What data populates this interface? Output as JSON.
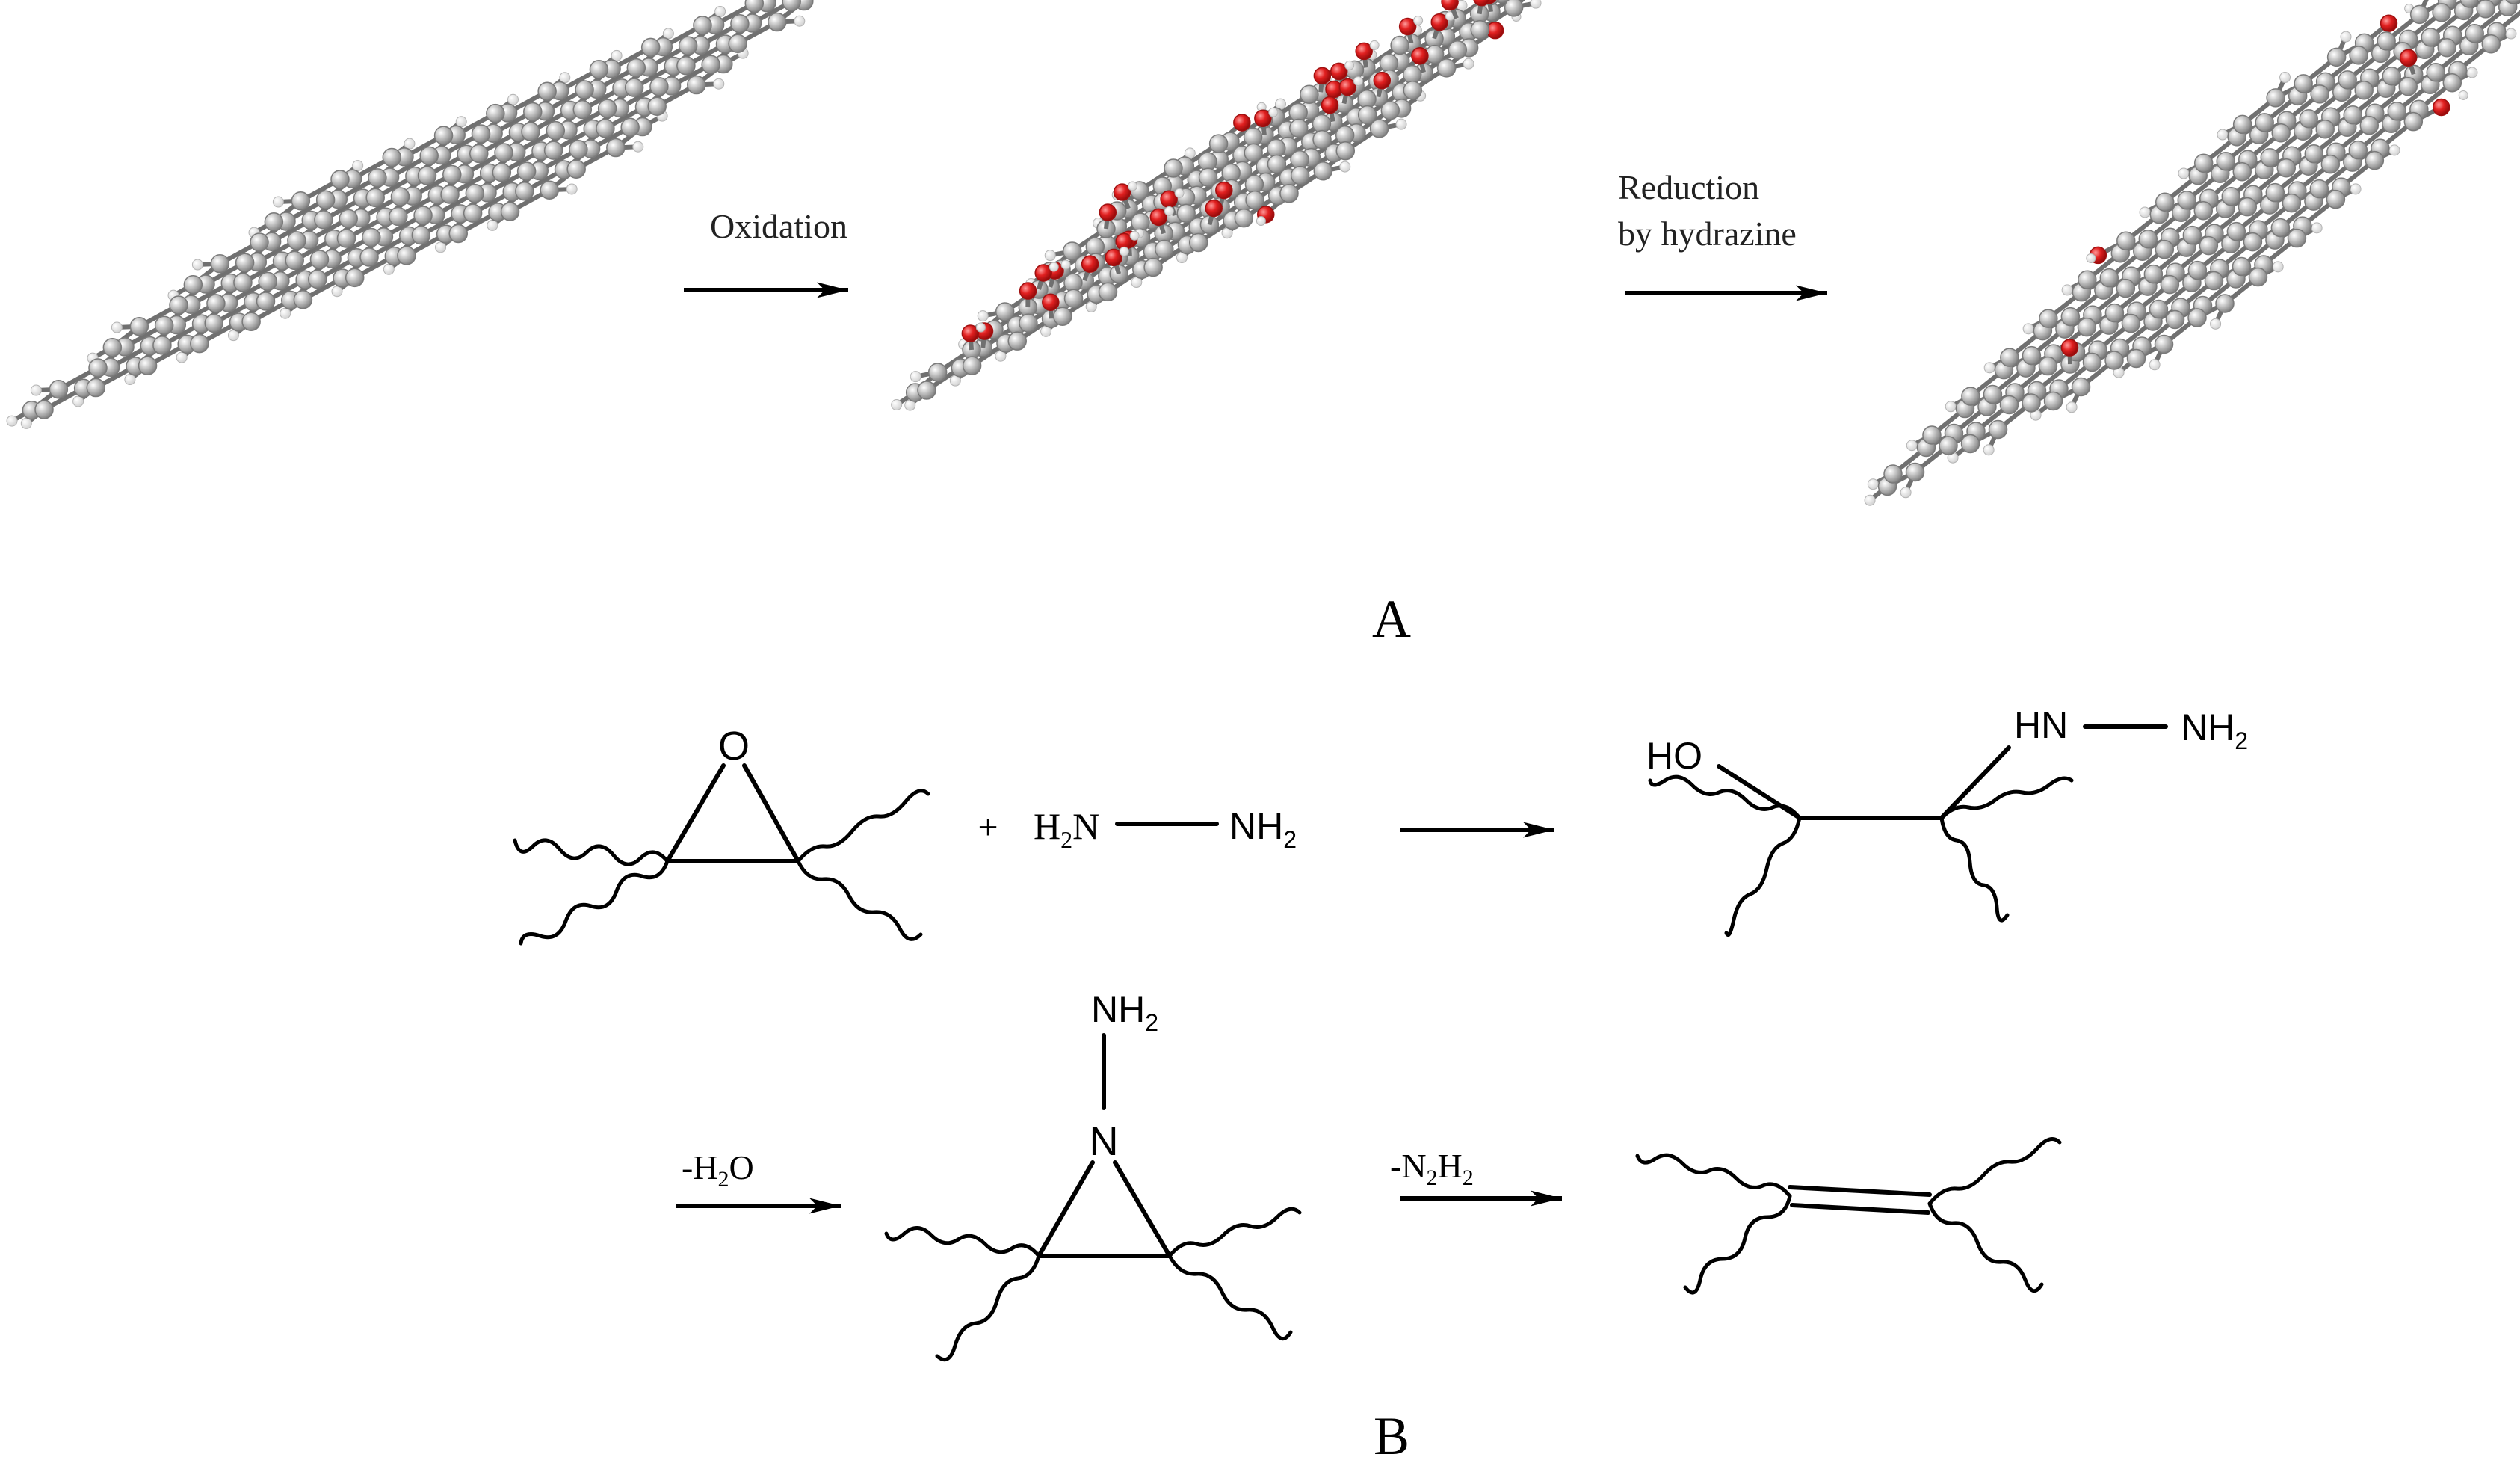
{
  "panel_a": {
    "label": "A",
    "step1_label": "Oxidation",
    "step2_label_line1": "Reduction",
    "step2_label_line2": "by hydrazine"
  },
  "panel_b": {
    "label": "B",
    "epoxide_o": "O",
    "plus": "+",
    "hydrazine_left": "H",
    "hydrazine_left_sub": "2",
    "hydrazine_left_rest": "N",
    "hydrazine_right": "NH",
    "hydrazine_right_sub": "2",
    "product1_ho": "HO",
    "product1_hn": "HN",
    "product1_nh": "NH",
    "product1_nh_sub": "2",
    "aziridine_nh": "NH",
    "aziridine_nh_sub": "2",
    "aziridine_n": "N",
    "step_water_pre": "-H",
    "step_water_sub": "2",
    "step_water_post": "O",
    "step_diimide_pre": "-N",
    "step_diimide_sub1": "2",
    "step_diimide_mid": "H",
    "step_diimide_sub2": "2"
  },
  "colors": {
    "carbon": "#9a9a9a",
    "hydrogen": "#f2f2f2",
    "oxygen": "#dd1e1e",
    "ink": "#000000"
  }
}
